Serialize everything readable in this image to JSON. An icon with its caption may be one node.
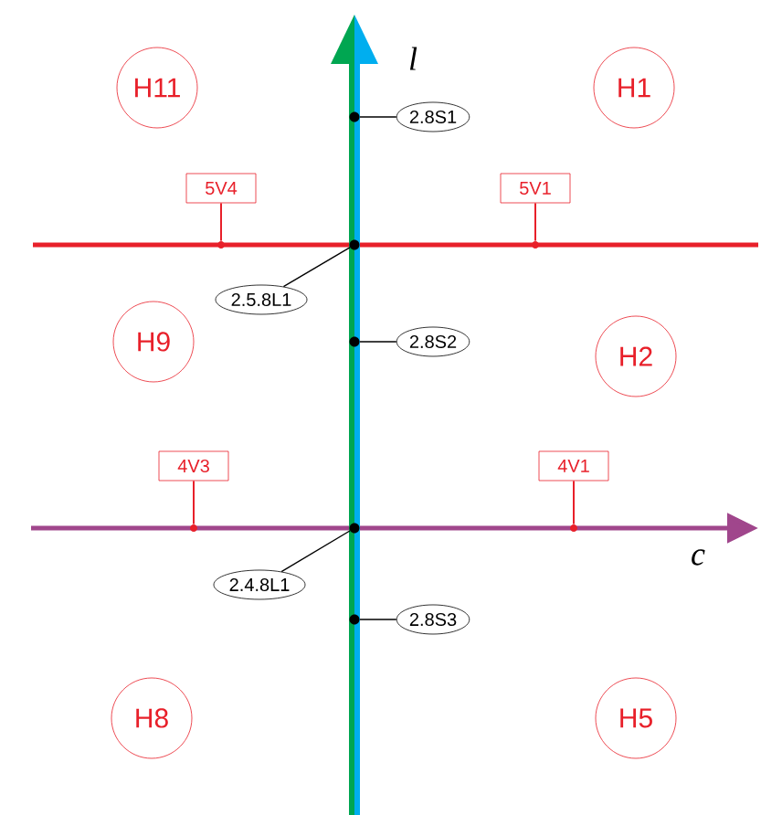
{
  "diagram": {
    "nodes": [
      {
        "text": [
          "H11"
        ]
      },
      {
        "text": [
          "H1"
        ]
      },
      {
        "text": [
          "2.8S1"
        ]
      },
      {
        "text": [
          "5V4"
        ]
      },
      {
        "text": [
          "5V1"
        ]
      },
      {
        "text": [
          "2.5.8L1"
        ]
      },
      {
        "text": [
          "H9"
        ]
      },
      {
        "text": [
          "2.8S2"
        ]
      },
      {
        "text": [
          "H2"
        ]
      },
      {
        "text": [
          "4V3"
        ]
      },
      {
        "text": [
          "4V1"
        ]
      },
      {
        "text": [
          "2.4.8L1"
        ]
      },
      {
        "text": [
          "2.8S3"
        ]
      },
      {
        "text": [
          "H8"
        ]
      },
      {
        "text": [
          "H5"
        ]
      },
      {
        "text": [],
        "shape": "circle"
      },
      {
        "text": [],
        "shape": "circle"
      },
      {
        "text": [],
        "shape": "circle"
      },
      {
        "text": [],
        "shape": "circle"
      },
      {
        "text": [],
        "shape": "circle"
      },
      {
        "text": [],
        "shape": "circle"
      },
      {
        "text": [],
        "shape": "circle"
      },
      {
        "text": [],
        "shape": "circle"
      },
      {
        "text": [],
        "shape": "circle"
      }
    ],
    "edges": [
      {
        "from": 2,
        "to": 15,
        "arrow": "none"
      },
      {
        "from": 3,
        "to": 16,
        "arrow": "none",
        "color": "#e8202a"
      },
      {
        "from": 5,
        "to": 17,
        "arrow": "none"
      },
      {
        "from": 4,
        "to": 18,
        "arrow": "none",
        "color": "#e8202a"
      },
      {
        "from": 7,
        "to": 19,
        "arrow": "none"
      },
      {
        "from": 9,
        "to": 20,
        "arrow": "none",
        "color": "#e8202a"
      },
      {
        "from": 11,
        "to": 21,
        "arrow": "none"
      },
      {
        "from": 10,
        "to": 22,
        "arrow": "none",
        "color": "#e8202a"
      },
      {
        "from": 12,
        "to": 23,
        "arrow": "none"
      }
    ],
    "labels": [
      "l",
      "c"
    ]
  }
}
